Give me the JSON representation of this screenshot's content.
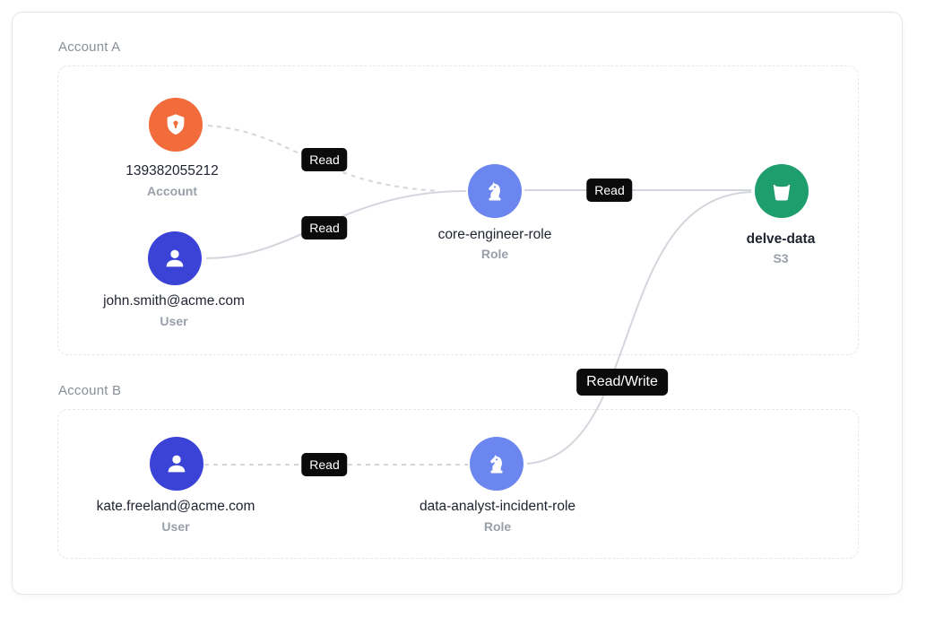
{
  "accounts": [
    {
      "label": "Account A"
    },
    {
      "label": "Account B"
    }
  ],
  "nodes": {
    "account": {
      "title": "139382055212",
      "subtitle": "Account",
      "color": "#f26b3a",
      "icon": "shield-lock-icon"
    },
    "john": {
      "title": "john.smith@acme.com",
      "subtitle": "User",
      "color": "#3a43d6",
      "icon": "user-icon"
    },
    "core_role": {
      "title": "core-engineer-role",
      "subtitle": "Role",
      "color": "#6b86ee",
      "icon": "chess-knight-icon"
    },
    "delve": {
      "title": "delve-data",
      "subtitle": "S3",
      "color": "#1e9d6d",
      "icon": "bucket-icon"
    },
    "kate": {
      "title": "kate.freeland@acme.com",
      "subtitle": "User",
      "color": "#3a43d6",
      "icon": "user-icon"
    },
    "analyst_role": {
      "title": "data-analyst-incident-role",
      "subtitle": "Role",
      "color": "#6b86ee",
      "icon": "chess-knight-icon"
    }
  },
  "edges": {
    "account_to_core": "Read",
    "john_to_core": "Read",
    "core_to_delve": "Read",
    "analyst_to_delve": "Read/Write",
    "kate_to_analyst": "Read"
  }
}
